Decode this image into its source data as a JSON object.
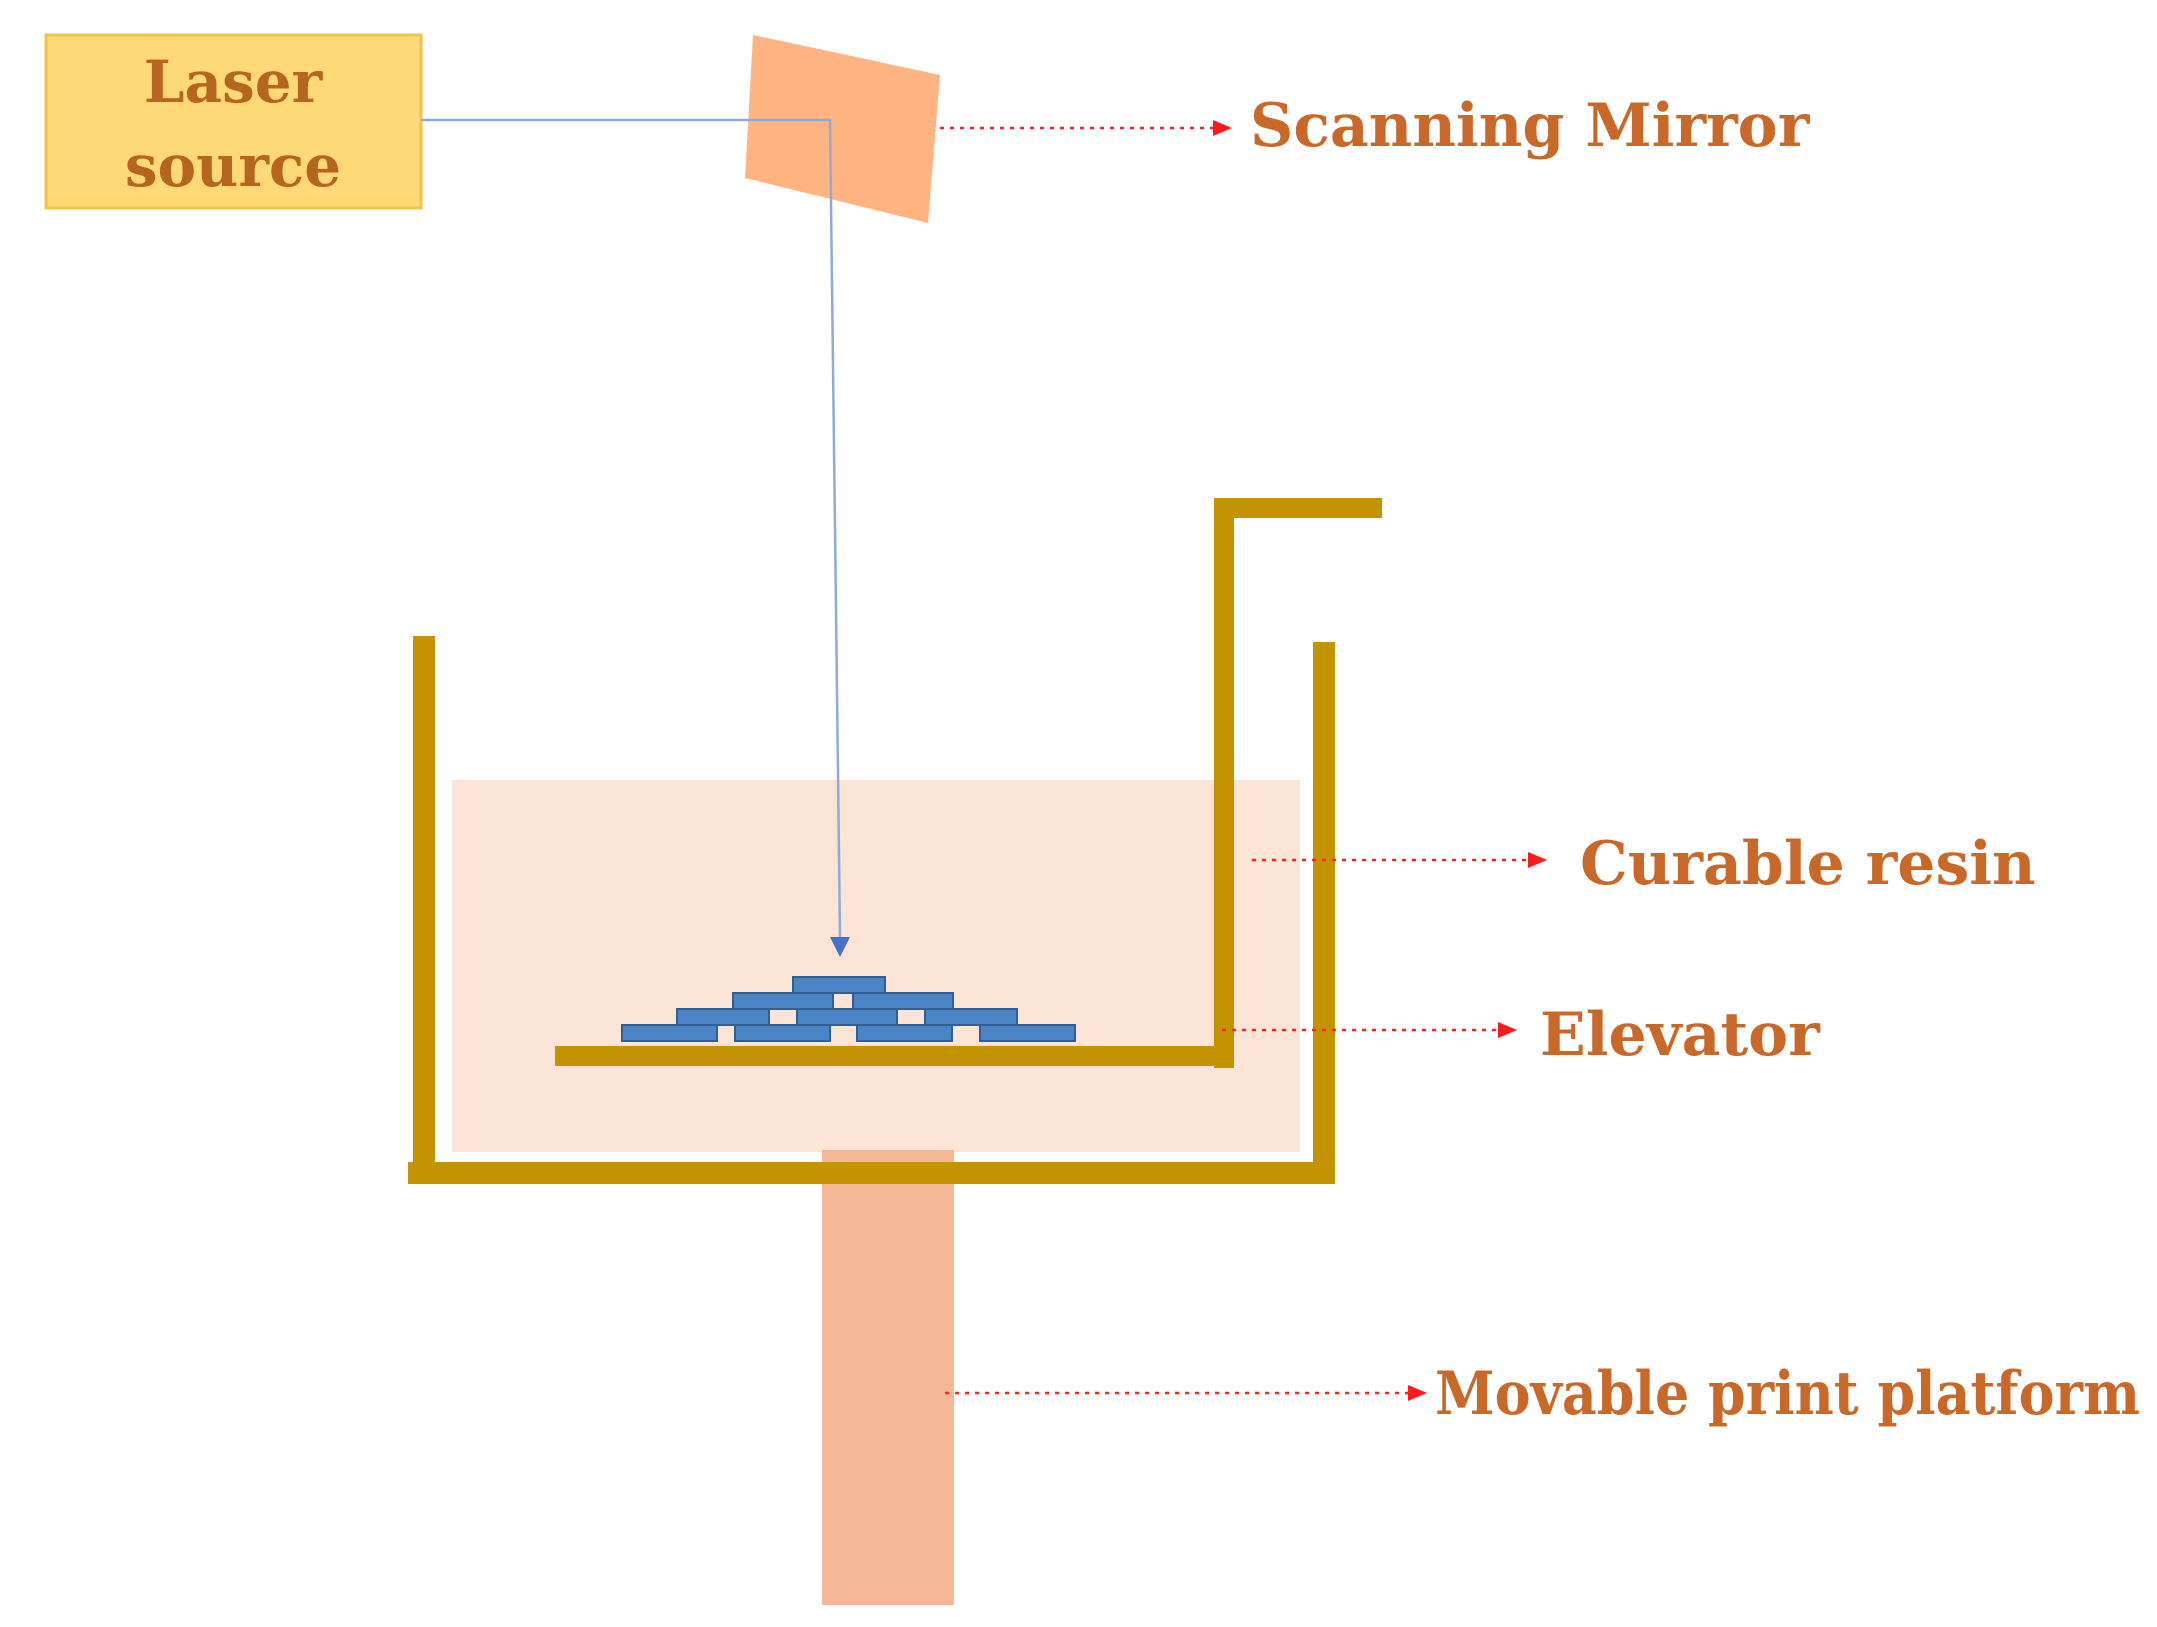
{
  "diagram": {
    "laser_box": {
      "line1": "Laser",
      "line2": "source"
    },
    "labels": {
      "scanning_mirror": "Scanning Mirror",
      "curable_resin": "Curable resin",
      "elevator": "Elevator",
      "movable_platform": "Movable print platform"
    },
    "colors": {
      "laser_fill": "#ffd978",
      "laser_stroke": "#f2c34a",
      "mirror_fill": "#ffb482",
      "vat": "#c39400",
      "resin": "#fce4d6",
      "platform_column": "#f4b897",
      "beam": "#8eaadb",
      "layers_fill": "#4a86c5",
      "layers_stroke": "#2e5f96",
      "label_text": "#c8692a",
      "leader": "#ff2020"
    }
  }
}
